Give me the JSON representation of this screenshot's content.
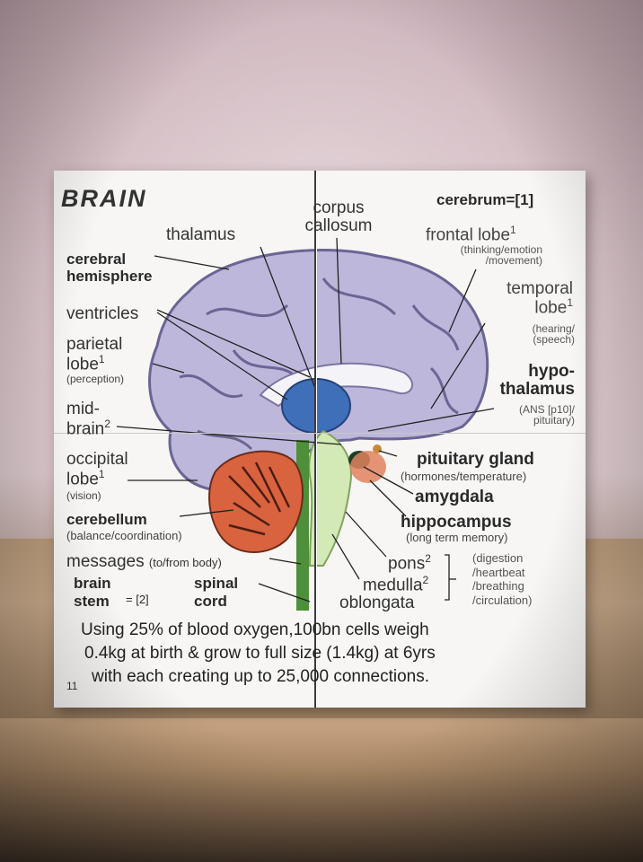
{
  "card": {
    "title": "BRAIN",
    "cerebrum": "cerebrum=[1]",
    "corpus_callosum": "corpus callosum",
    "thalamus": "thalamus",
    "cerebral_hemisphere": "cerebral hemisphere",
    "frontal_lobe": "frontal lobe",
    "frontal_lobe_sup": "1",
    "frontal_lobe_desc": "(thinking/emotion /movement)",
    "temporal_lobe": "temporal lobe",
    "temporal_lobe_sup": "1",
    "temporal_lobe_desc": "(hearing/ (speech)",
    "ventricles": "ventricles",
    "parietal_lobe": "parietal lobe",
    "parietal_lobe_sup": "1",
    "parietal_lobe_desc": "(perception)",
    "hypothalamus": "hypo- thalamus",
    "hypothalamus_desc": "(ANS [p10]/ pituitary)",
    "midbrain": "mid- brain",
    "midbrain_sup": "2",
    "pituitary_gland": "pituitary gland",
    "pituitary_desc": "(hormones/temperature)",
    "occipital_lobe": "occipital lobe",
    "occipital_lobe_sup": "1",
    "occipital_lobe_desc": "(vision)",
    "amygdala": "amygdala",
    "hippocampus": "hippocampus",
    "hippocampus_desc": "(long term memory)",
    "cerebellum": "cerebellum",
    "cerebellum_desc": "(balance/coordination)",
    "messages": "messages",
    "messages_desc": "(to/from body)",
    "pons": "pons",
    "pons_sup": "2",
    "brain_stem": "brain stem",
    "brain_stem_ref": "= [2]",
    "spinal_cord": "spinal cord",
    "medulla": "medulla",
    "medulla_sup": "2",
    "oblongata": "oblongata",
    "brainstem_functions": "(digestion /heartbeat /breathing /circulation)",
    "footer_line1": "Using 25% of blood oxygen,100bn cells weigh",
    "footer_line2": "0.4kg at birth & grow to full size (1.4kg) at 6yrs",
    "footer_line3": "with each creating up to 25,000 connections.",
    "page_number": "11"
  },
  "colors": {
    "cortex": "#b9b4d8",
    "cerebellum": "#d9623f",
    "thalamus": "#3f6fb8",
    "brainstem": "#cfe6b0",
    "spinal_cord": "#4e8f3a"
  }
}
